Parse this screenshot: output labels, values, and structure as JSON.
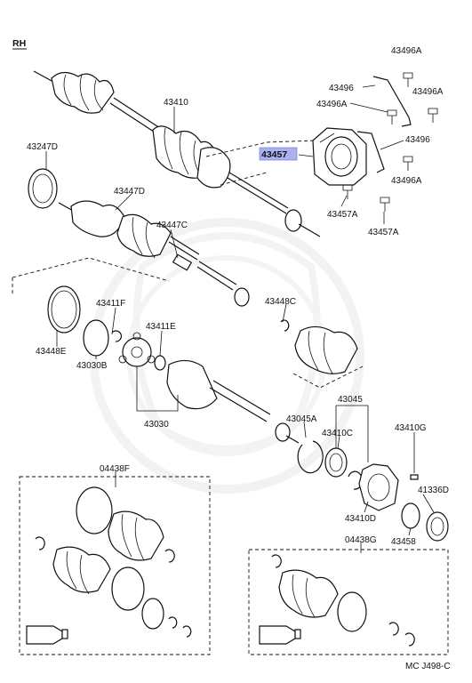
{
  "diagram": {
    "side_marker": "RH",
    "drawing_code": "MC J498-C",
    "highlighted_part": "43457",
    "highlight_color": "#aab1ef",
    "line_color": "#111111",
    "background_color": "#ffffff",
    "labels": {
      "p43496A_top": "43496A",
      "p43496_top": "43496",
      "p43496A_right": "43496A",
      "p43496A_left": "43496A",
      "p43410": "43410",
      "p43496_mid": "43496",
      "p43457": "43457",
      "p43247D": "43247D",
      "p43496A_low": "43496A",
      "p43447D": "43447D",
      "p43457A_left": "43457A",
      "p43447C": "43447C",
      "p43457A_right": "43457A",
      "p43411F": "43411F",
      "p43448C": "43448C",
      "p43448E": "43448E",
      "p43411E": "43411E",
      "p43030B": "43030B",
      "p43045": "43045",
      "p43030": "43030",
      "p43045A": "43045A",
      "p43410G": "43410G",
      "p43410C": "43410C",
      "p04438F": "04438F",
      "p41336D": "41336D",
      "p43410D": "43410D",
      "p43458": "43458",
      "p04438G": "04438G"
    }
  }
}
